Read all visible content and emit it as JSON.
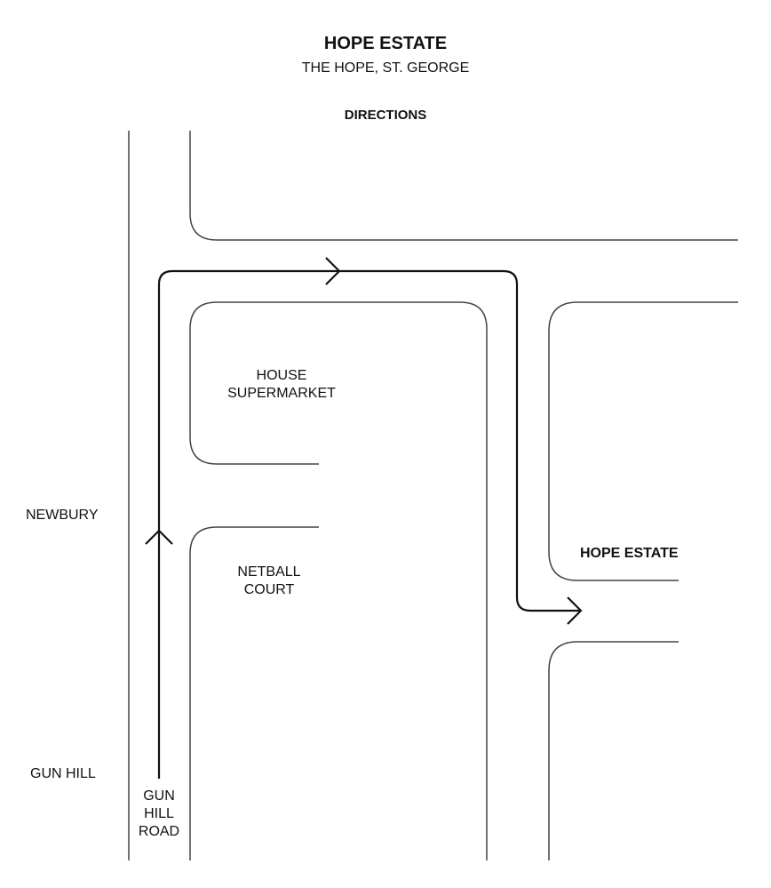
{
  "header": {
    "title": "HOPE ESTATE",
    "subtitle": "THE HOPE, ST. GEORGE",
    "section": "DIRECTIONS"
  },
  "labels": {
    "house_supermarket": [
      "HOUSE",
      "SUPERMARKET"
    ],
    "netball_court": [
      "NETBALL",
      "COURT"
    ],
    "hope_estate": "HOPE ESTATE",
    "newbury": "NEWBURY",
    "gun_hill": "GUN HILL",
    "gun_hill_road": [
      "GUN",
      "HILL",
      "ROAD"
    ]
  },
  "colors": {
    "road_line": "#444444",
    "route_line": "#111111",
    "background": "#ffffff"
  }
}
